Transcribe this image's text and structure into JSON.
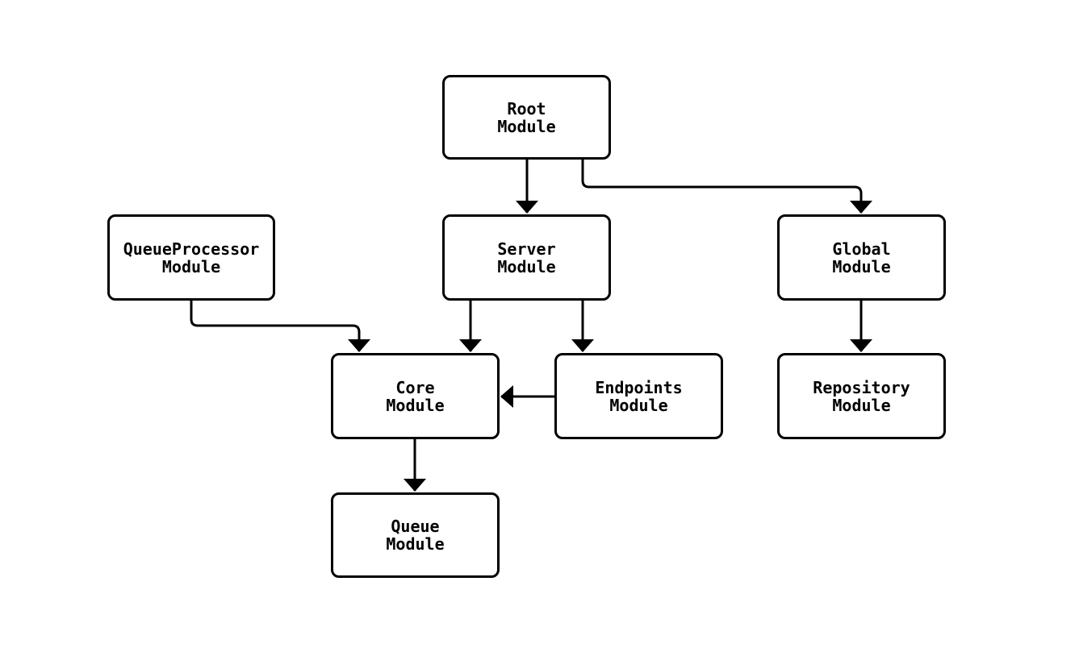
{
  "diagram": {
    "type": "flowchart",
    "colors": {
      "background": "#ffffff",
      "node_fill": "#ffffff",
      "node_border": "#000000",
      "edge_stroke": "#000000",
      "text": "#000000"
    },
    "nodes": [
      {
        "id": "root",
        "label": "Root\nModule"
      },
      {
        "id": "queueprocessor",
        "label": "QueueProcessor\nModule"
      },
      {
        "id": "server",
        "label": "Server\nModule"
      },
      {
        "id": "global",
        "label": "Global\nModule"
      },
      {
        "id": "core",
        "label": "Core\nModule"
      },
      {
        "id": "endpoints",
        "label": "Endpoints\nModule"
      },
      {
        "id": "repository",
        "label": "Repository\nModule"
      },
      {
        "id": "queue",
        "label": "Queue\nModule"
      }
    ],
    "edges": [
      {
        "from": "root",
        "to": "server"
      },
      {
        "from": "root",
        "to": "global"
      },
      {
        "from": "queueprocessor",
        "to": "core"
      },
      {
        "from": "server",
        "to": "core"
      },
      {
        "from": "server",
        "to": "endpoints"
      },
      {
        "from": "endpoints",
        "to": "core"
      },
      {
        "from": "global",
        "to": "repository"
      },
      {
        "from": "core",
        "to": "queue"
      }
    ]
  }
}
